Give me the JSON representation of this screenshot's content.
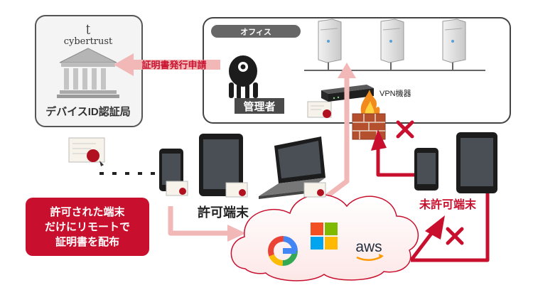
{
  "ca": {
    "brand": "cybertrust",
    "label": "デバイスID認証局"
  },
  "office": {
    "label": "オフィス",
    "admin_label": "管理者",
    "vpn_label": "VPN機器"
  },
  "request_label": "証明書発行申請",
  "callout": {
    "line1": "許可された端末",
    "line2": "だけにリモートで",
    "line3": "証明書を配布"
  },
  "allowed_label": "許可端末",
  "unallowed_label": "未許可端末",
  "cloud": {
    "aws_label": "aws"
  },
  "colors": {
    "accent_red": "#c8102e",
    "arrow_pink": "#f2b8b8",
    "office_border": "#444444",
    "pill_gray": "#666666"
  },
  "icons": {
    "ca": "bank-building-icon",
    "admin": "octopus-admin-icon",
    "server": "server-tower-icon",
    "firewall": "brick-firewall-icon",
    "deny": "cross-mark-icon",
    "google": "google-g-logo",
    "microsoft": "microsoft-windows-logo"
  }
}
